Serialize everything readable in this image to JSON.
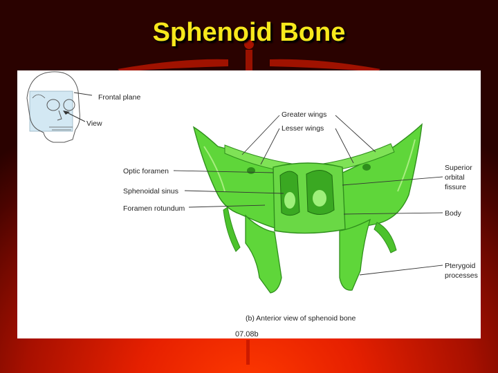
{
  "slide": {
    "title": "Sphenoid Bone",
    "figure_number": "07.08b"
  },
  "inset": {
    "frontal_plane_label": "Frontal plane",
    "view_label": "View"
  },
  "labels": {
    "greater_wings": "Greater wings",
    "lesser_wings": "Lesser wings",
    "optic_foramen": "Optic foramen",
    "sphenoidal_sinus": "Sphenoidal sinus",
    "foramen_rotundum": "Foramen rotundum",
    "superior_orbital_fissure_1": "Superior",
    "superior_orbital_fissure_2": "orbital",
    "superior_orbital_fissure_3": "fissure",
    "body": "Body",
    "pterygoid_1": "Pterygoid",
    "pterygoid_2": "processes"
  },
  "caption": "(b) Anterior view of sphenoid bone",
  "colors": {
    "title": "#f7e81c",
    "bone_main": "#5fd63a",
    "bone_dark": "#2f8f1c",
    "bone_light": "#a8ee80"
  }
}
